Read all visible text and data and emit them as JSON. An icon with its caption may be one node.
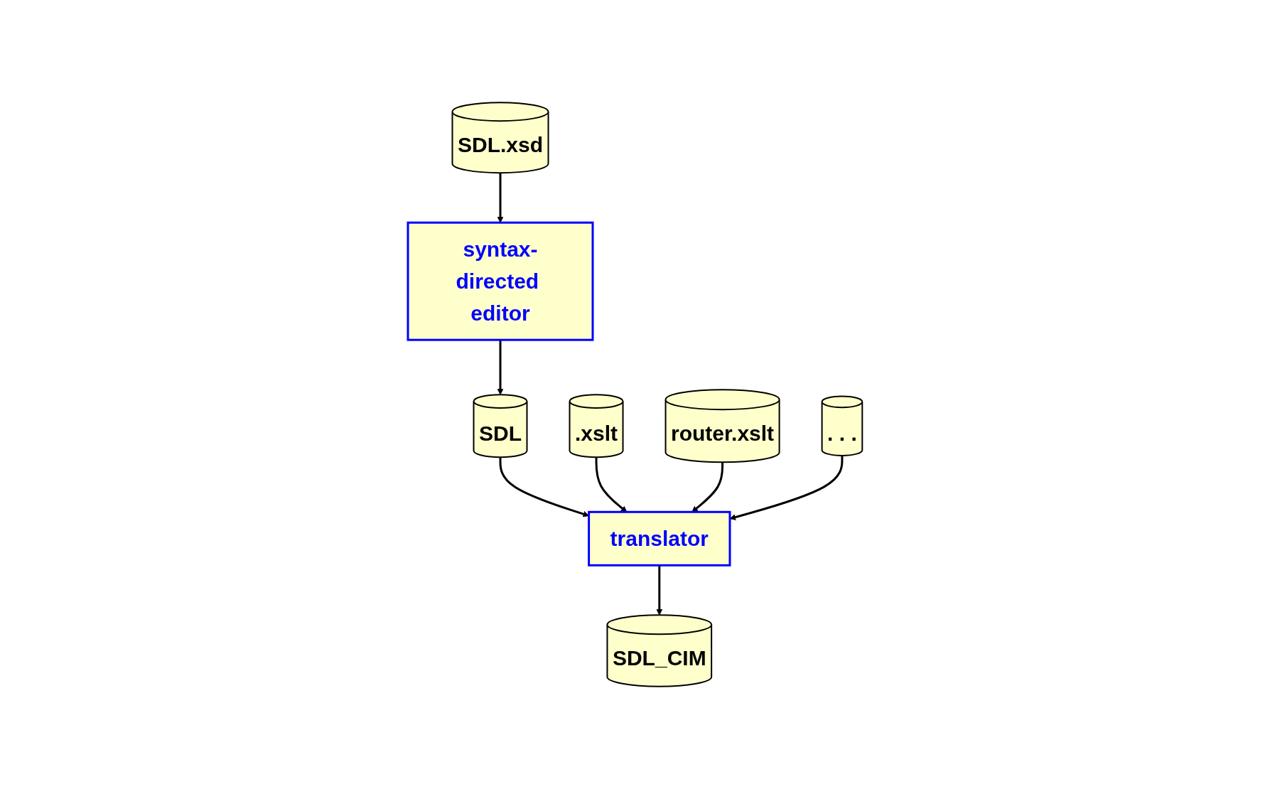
{
  "diagram": {
    "nodes": [
      {
        "text": [
          "syntax-directed editor"
        ]
      },
      {
        "text": [
          "SDL.xsd"
        ]
      },
      {
        "text": [
          "SDL"
        ]
      },
      {
        "text": [
          ".xslt"
        ]
      },
      {
        "text": [
          "translator"
        ]
      },
      {
        "text": [
          "router.xslt"
        ]
      },
      {
        "text": [
          ". . ."
        ]
      },
      {
        "text": [
          "SDL_CIM"
        ]
      }
    ],
    "edges": [
      {
        "from": 1,
        "to": 0,
        "arrow": "to"
      },
      {
        "from": 0,
        "to": 2,
        "arrow": "to"
      },
      {
        "from": 2,
        "to": 4,
        "arrow": "to"
      },
      {
        "from": 3,
        "to": 4,
        "arrow": "to"
      },
      {
        "from": 5,
        "to": 4,
        "arrow": "to"
      },
      {
        "from": 6,
        "to": 4,
        "arrow": "to"
      },
      {
        "from": 4,
        "to": 7,
        "arrow": "to"
      }
    ]
  }
}
